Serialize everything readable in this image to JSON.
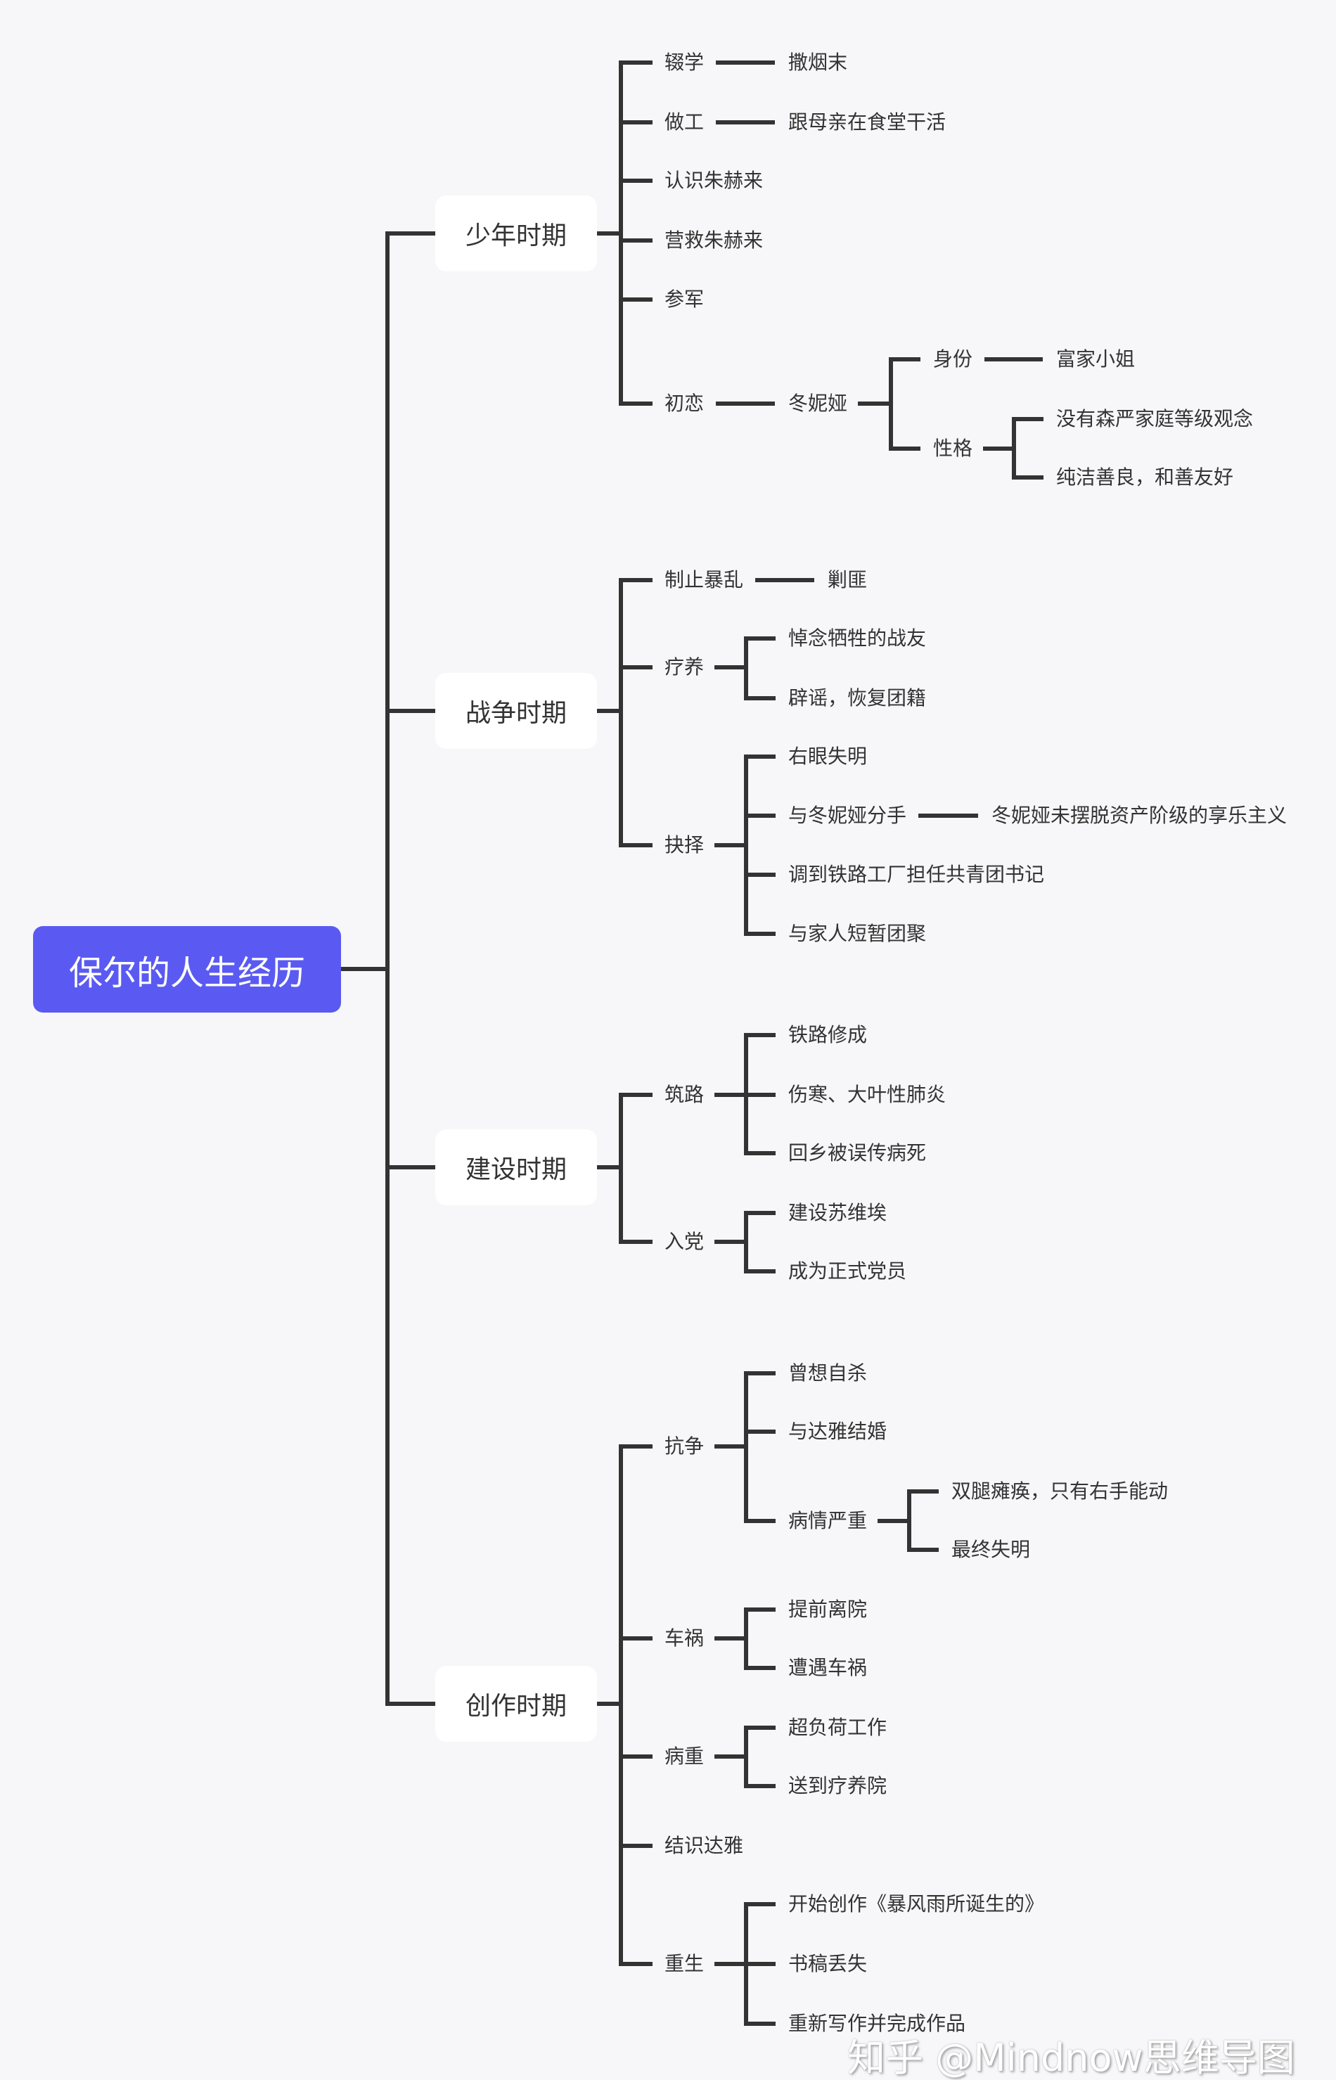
{
  "root": {
    "label": "保尔的人生经历",
    "color": "#5a5af2"
  },
  "line_color": "#333333",
  "topics": [
    {
      "label": "少年时期",
      "children": [
        {
          "label": "辍学",
          "children": [
            {
              "label": "撒烟末"
            }
          ]
        },
        {
          "label": "做工",
          "children": [
            {
              "label": "跟母亲在食堂干活"
            }
          ]
        },
        {
          "label": "认识朱赫来"
        },
        {
          "label": "营救朱赫来"
        },
        {
          "label": "参军"
        },
        {
          "label": "初恋",
          "children": [
            {
              "label": "冬妮娅",
              "children": [
                {
                  "label": "身份",
                  "children": [
                    {
                      "label": "富家小姐"
                    }
                  ]
                },
                {
                  "label": "性格",
                  "children": [
                    {
                      "label": "没有森严家庭等级观念"
                    },
                    {
                      "label": "纯洁善良，和善友好"
                    }
                  ]
                }
              ]
            }
          ]
        }
      ]
    },
    {
      "label": "战争时期",
      "children": [
        {
          "label": "制止暴乱",
          "children": [
            {
              "label": "剿匪"
            }
          ]
        },
        {
          "label": "疗养",
          "children": [
            {
              "label": "悼念牺牲的战友"
            },
            {
              "label": "辟谣，恢复团籍"
            }
          ]
        },
        {
          "label": "抉择",
          "children": [
            {
              "label": "右眼失明"
            },
            {
              "label": "与冬妮娅分手",
              "children": [
                {
                  "label": "冬妮娅未摆脱资产阶级的享乐主义"
                }
              ]
            },
            {
              "label": "调到铁路工厂担任共青团书记"
            },
            {
              "label": "与家人短暂团聚"
            }
          ]
        }
      ]
    },
    {
      "label": "建设时期",
      "children": [
        {
          "label": "筑路",
          "children": [
            {
              "label": "铁路修成"
            },
            {
              "label": "伤寒、大叶性肺炎"
            },
            {
              "label": "回乡被误传病死"
            }
          ]
        },
        {
          "label": "入党",
          "children": [
            {
              "label": "建设苏维埃"
            },
            {
              "label": "成为正式党员"
            }
          ]
        }
      ]
    },
    {
      "label": "创作时期",
      "children": [
        {
          "label": "抗争",
          "children": [
            {
              "label": "曾想自杀"
            },
            {
              "label": "与达雅结婚"
            },
            {
              "label": "病情严重",
              "children": [
                {
                  "label": "双腿瘫痪，只有右手能动"
                },
                {
                  "label": "最终失明"
                }
              ]
            }
          ]
        },
        {
          "label": "车祸",
          "children": [
            {
              "label": "提前离院"
            },
            {
              "label": "遭遇车祸"
            }
          ]
        },
        {
          "label": "病重",
          "children": [
            {
              "label": "超负荷工作"
            },
            {
              "label": "送到疗养院"
            }
          ]
        },
        {
          "label": "结识达雅"
        },
        {
          "label": "重生",
          "children": [
            {
              "label": "开始创作《暴风雨所诞生的》"
            },
            {
              "label": "书稿丢失"
            },
            {
              "label": "重新写作并完成作品"
            }
          ]
        }
      ]
    }
  ],
  "watermark": "知乎 @Mindnow思维导图"
}
